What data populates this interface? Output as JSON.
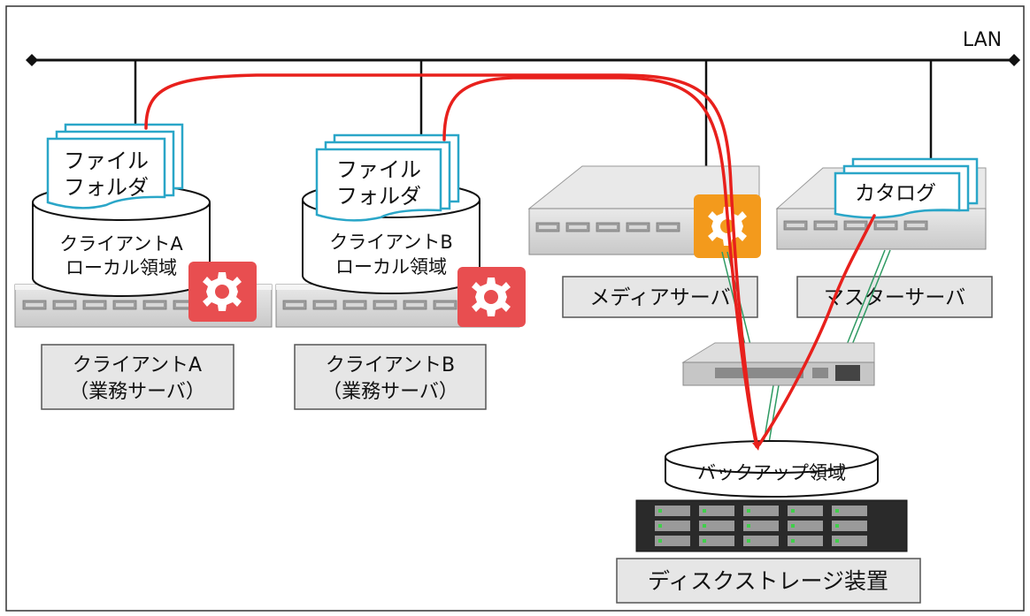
{
  "network": {
    "label": "LAN"
  },
  "client_a": {
    "file_stack": {
      "line1": "ファイル",
      "line2": "フォルダ"
    },
    "disk": {
      "line1": "クライアントA",
      "line2": "ローカル領域"
    },
    "caption": {
      "line1": "クライアントA",
      "line2": "（業務サーバ）"
    }
  },
  "client_b": {
    "file_stack": {
      "line1": "ファイル",
      "line2": "フォルダ"
    },
    "disk": {
      "line1": "クライアントB",
      "line2": "ローカル領域"
    },
    "caption": {
      "line1": "クライアントB",
      "line2": "（業務サーバ）"
    }
  },
  "media_server": {
    "caption": "メディアサーバ"
  },
  "master_server": {
    "catalog": "カタログ",
    "caption": "マスターサーバ"
  },
  "storage": {
    "disk": "バックアップ領域",
    "caption": "ディスクストレージ装置"
  },
  "colors": {
    "data_flow": "#e8201c",
    "agent_icon": "#e84e50",
    "media_icon": "#f39a1c",
    "file_border": "#2aa6c8",
    "fc_link": "#2e9a62",
    "label_box": "#e6e6e6"
  }
}
